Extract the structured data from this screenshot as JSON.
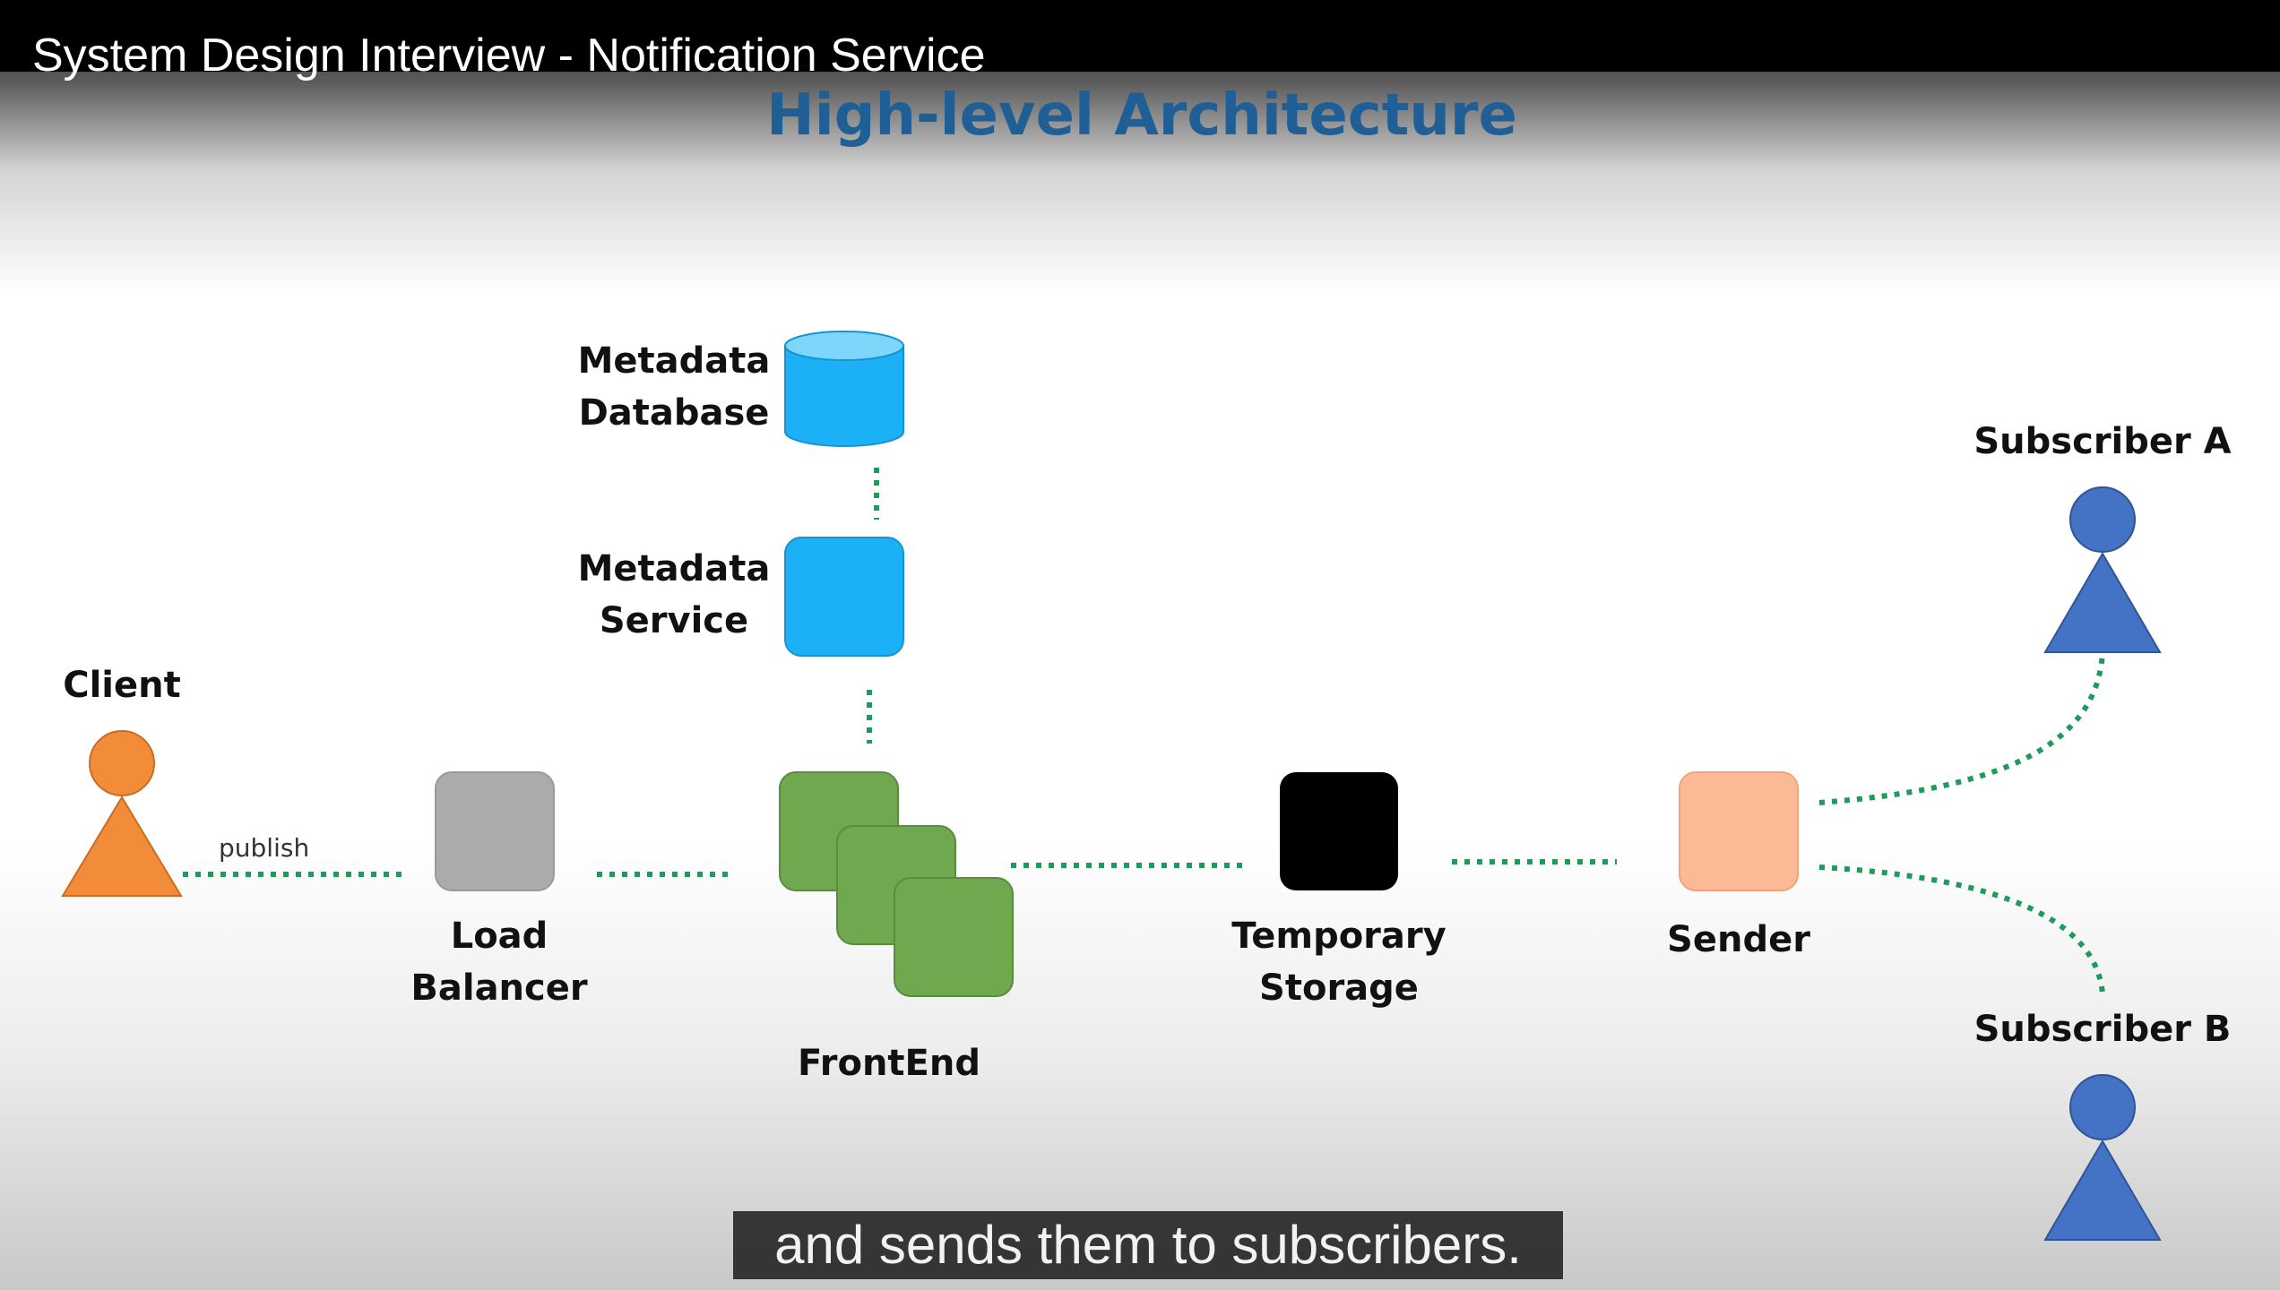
{
  "video": {
    "title": "System Design Interview - Notification Service"
  },
  "slide": {
    "title": "High-level Architecture"
  },
  "diagram": {
    "nodes": {
      "client": "Client",
      "load_balancer": "Load\nBalancer",
      "frontend": "FrontEnd",
      "metadata_service": "Metadata\nService",
      "metadata_database": "Metadata\nDatabase",
      "temporary_storage": "Temporary\nStorage",
      "sender": "Sender",
      "subscriber_a": "Subscriber A",
      "subscriber_b": "Subscriber B"
    },
    "edges": {
      "publish": "publish"
    },
    "colors": {
      "client": "#f28c38",
      "load_balancer": "#ababab",
      "frontend": "#70a84f",
      "metadata": "#1cb0f6",
      "temporary_storage": "#000000",
      "sender": "#fbb995",
      "subscriber": "#4472c4",
      "connector": "#1e9a5a"
    }
  },
  "caption": {
    "text": "and sends them to subscribers."
  }
}
